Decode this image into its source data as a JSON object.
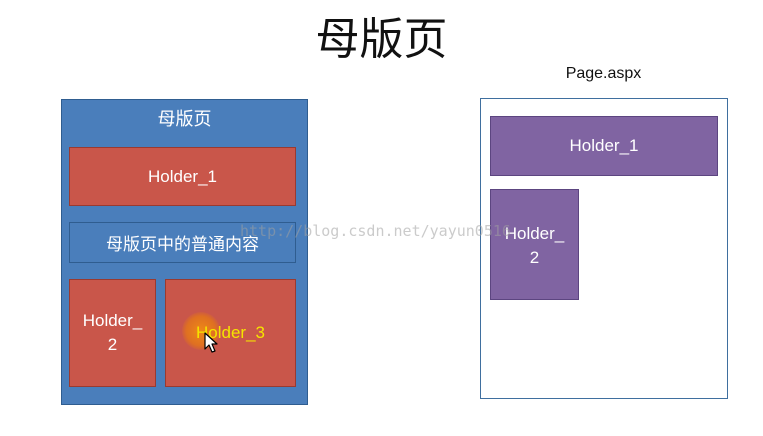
{
  "title": "母版页",
  "master_page": {
    "title": "母版页",
    "holder_1": "Holder_1",
    "common_content": "母版页中的普通内容",
    "holder_2_line1": "Holder_",
    "holder_2_line2": "2",
    "holder_3": "Holder_3"
  },
  "content_page": {
    "label": "Page.aspx",
    "holder_1": "Holder_1",
    "holder_2_line1": "Holder_",
    "holder_2_line2": "2"
  },
  "watermark": "http://blog.csdn.net/yayun0516",
  "icons": [
    "mouse-pointer-icon"
  ],
  "colors": {
    "master_bg": "#4a7ebb",
    "placeholder_red": "#c9564a",
    "placeholder_purple": "#8064a2",
    "cursor_highlight": "#f08c14",
    "holder3_text": "#f5e400"
  }
}
